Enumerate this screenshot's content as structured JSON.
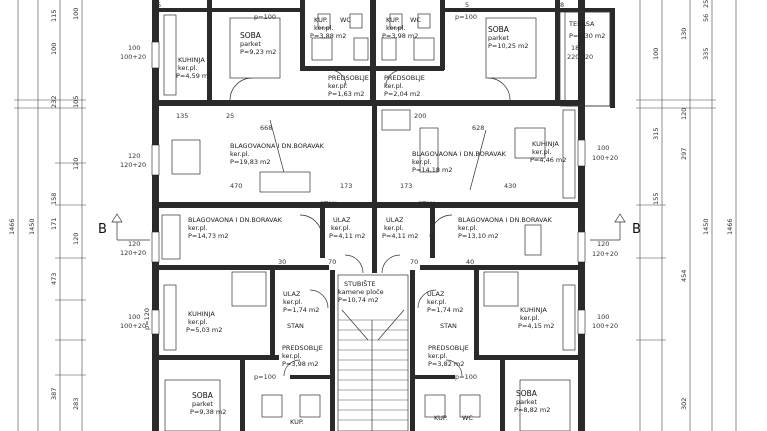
{
  "plan": {
    "section_marks": [
      {
        "id": "left",
        "letter": "B"
      },
      {
        "id": "right",
        "letter": "B"
      }
    ],
    "rooms": [
      {
        "id": "soba-ul",
        "name": "SOBA",
        "finish": "parket",
        "area": "P=9,23 m2"
      },
      {
        "id": "kup-l",
        "name": "KUP.",
        "wc": "WC",
        "finish": "ker.pl.",
        "area": "P=3,88 m2"
      },
      {
        "id": "kup-r",
        "name": "KUP.",
        "wc": "WC",
        "finish": "ker.pl.",
        "area": "P=3,98 m2"
      },
      {
        "id": "soba-ur",
        "name": "SOBA",
        "finish": "parket",
        "area": "P=10,25 m2"
      },
      {
        "id": "terasa",
        "name": "TERASA",
        "area": "P=4,30 m2"
      },
      {
        "id": "kuhinja-ul",
        "name": "KUHINJA",
        "finish": "ker.pl.",
        "area": "P=4,59 m2"
      },
      {
        "id": "predsoblje-ul",
        "name": "PREDSOBLJE",
        "finish": "ker.pl.",
        "area": "P=1,63 m2"
      },
      {
        "id": "predsoblje-ur",
        "name": "PREDSOBLJE",
        "finish": "ker.pl.",
        "area": "P=2,04 m2"
      },
      {
        "id": "blag-ul",
        "name": "BLAGOVAONA I DN.BORAVAK",
        "finish": "ker.pl.",
        "area": "P=19,83 m2"
      },
      {
        "id": "blag-ur",
        "name": "BLAGOVAONA I DN.BORAVAK",
        "finish": "ker.pl.",
        "area": "P=14,18 m2"
      },
      {
        "id": "kuhinja-ur",
        "name": "KUHINJA",
        "finish": "ker.pl.",
        "area": "P=4,46 m2"
      },
      {
        "id": "blag-ll",
        "name": "BLAGOVAONA I DN.BORAVAK",
        "finish": "ker.pl.",
        "area": "P=14,73 m2"
      },
      {
        "id": "ulaz-l",
        "name": "ULAZ",
        "finish": "ker.pl.",
        "area": "P=4,11 m2"
      },
      {
        "id": "ulaz-r",
        "name": "ULAZ",
        "finish": "ker.pl.",
        "area": "P=4,11 m2"
      },
      {
        "id": "blag-lr",
        "name": "BLAGOVAONA I DN.BORAVAK",
        "finish": "ker.pl.",
        "area": "P=13,10 m2"
      },
      {
        "id": "stubiste",
        "name": "STUBIŠTE",
        "finish": "kamene ploče",
        "area": "P=10,74 m2"
      },
      {
        "id": "ulaz-ll",
        "name": "ULAZ",
        "finish": "ker.pl.",
        "area": "P=1,74 m2"
      },
      {
        "id": "ulaz-lr",
        "name": "ULAZ",
        "finish": "ker.pl.",
        "area": "P=1,74 m2"
      },
      {
        "id": "kuhinja-ll",
        "name": "KUHINJA",
        "finish": "ker.pl.",
        "area": "P=5,03 m2"
      },
      {
        "id": "kuhinja-lr",
        "name": "KUHINJA",
        "finish": "ker.pl.",
        "area": "P=4,15 m2"
      },
      {
        "id": "predsoblje-ll",
        "name": "PREDSOBLJE",
        "finish": "ker.pl.",
        "area": "P=3,98 m2"
      },
      {
        "id": "predsoblje-lr",
        "name": "PREDSOBLJE",
        "finish": "ker.pl.",
        "area": "P=3,82 m2"
      },
      {
        "id": "soba-ll",
        "name": "SOBA",
        "finish": "parket",
        "area": "P=9,38 m2"
      },
      {
        "id": "soba-lr",
        "name": "SOBA",
        "finish": "parket",
        "area": "P=8,82 m2"
      },
      {
        "id": "kup-ll",
        "name": "KUP."
      },
      {
        "id": "kup-lr",
        "name": "KUP.",
        "wc": "WC"
      }
    ],
    "annotations": {
      "stan": "STAN",
      "p100": "p=100",
      "op100": "100",
      "op120": "120",
      "op100_20": "100+20",
      "op120_20": "120+20",
      "op180": "180",
      "op220_20": "220+20",
      "op120p": "p=120"
    },
    "dims": {
      "left_outer": [
        "1466",
        "1450"
      ],
      "left_inner": [
        "115",
        "100",
        "232",
        "158",
        "171",
        "473",
        "387",
        "283",
        "100",
        "105",
        "120",
        "120"
      ],
      "right_inner": [
        "100",
        "315",
        "155",
        "297",
        "120",
        "454",
        "302",
        "130"
      ],
      "right_outer": [
        "56",
        "25",
        "1450",
        "1466",
        "335"
      ],
      "interior": [
        "135",
        "25",
        "200",
        "668",
        "628",
        "470",
        "173",
        "173",
        "430",
        "70",
        "70",
        "40",
        "30"
      ],
      "top": [
        "5",
        "5",
        "8"
      ]
    }
  }
}
